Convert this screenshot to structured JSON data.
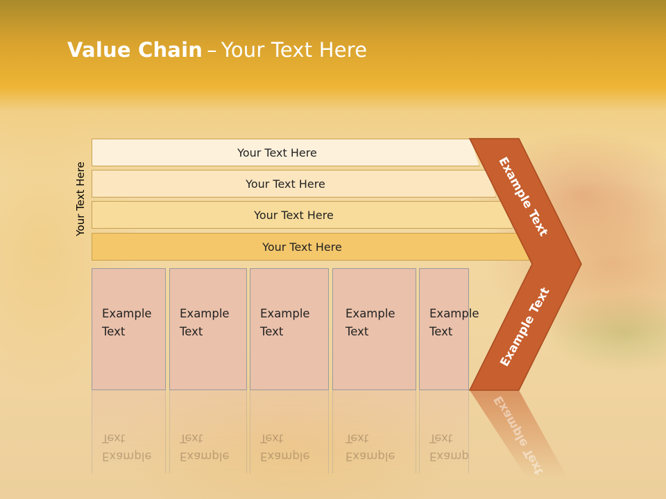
{
  "slide": {
    "title_bold": "Value Chain",
    "title_separator": "–",
    "title_rest": "Your Text Here",
    "side_label": "Your Text Here"
  },
  "bands": [
    {
      "label": "Your Text Here",
      "color": "#fdf1dc"
    },
    {
      "label": "Your Text Here",
      "color": "#fbe6c0"
    },
    {
      "label": "Your Text Here",
      "color": "#f8dc9c"
    },
    {
      "label": "Your Text Here",
      "color": "#f4c76b"
    }
  ],
  "boxes": [
    {
      "line1": "Example",
      "line2": "Text"
    },
    {
      "line1": "Example",
      "line2": "Text"
    },
    {
      "line1": "Example",
      "line2": "Text"
    },
    {
      "line1": "Example",
      "line2": "Text"
    },
    {
      "line1": "Example",
      "line2": "Text"
    }
  ],
  "chevron": {
    "top_label": "Example Text",
    "bottom_label": "Example Text",
    "color": "#c75f2e",
    "border_color": "#a84a20"
  }
}
